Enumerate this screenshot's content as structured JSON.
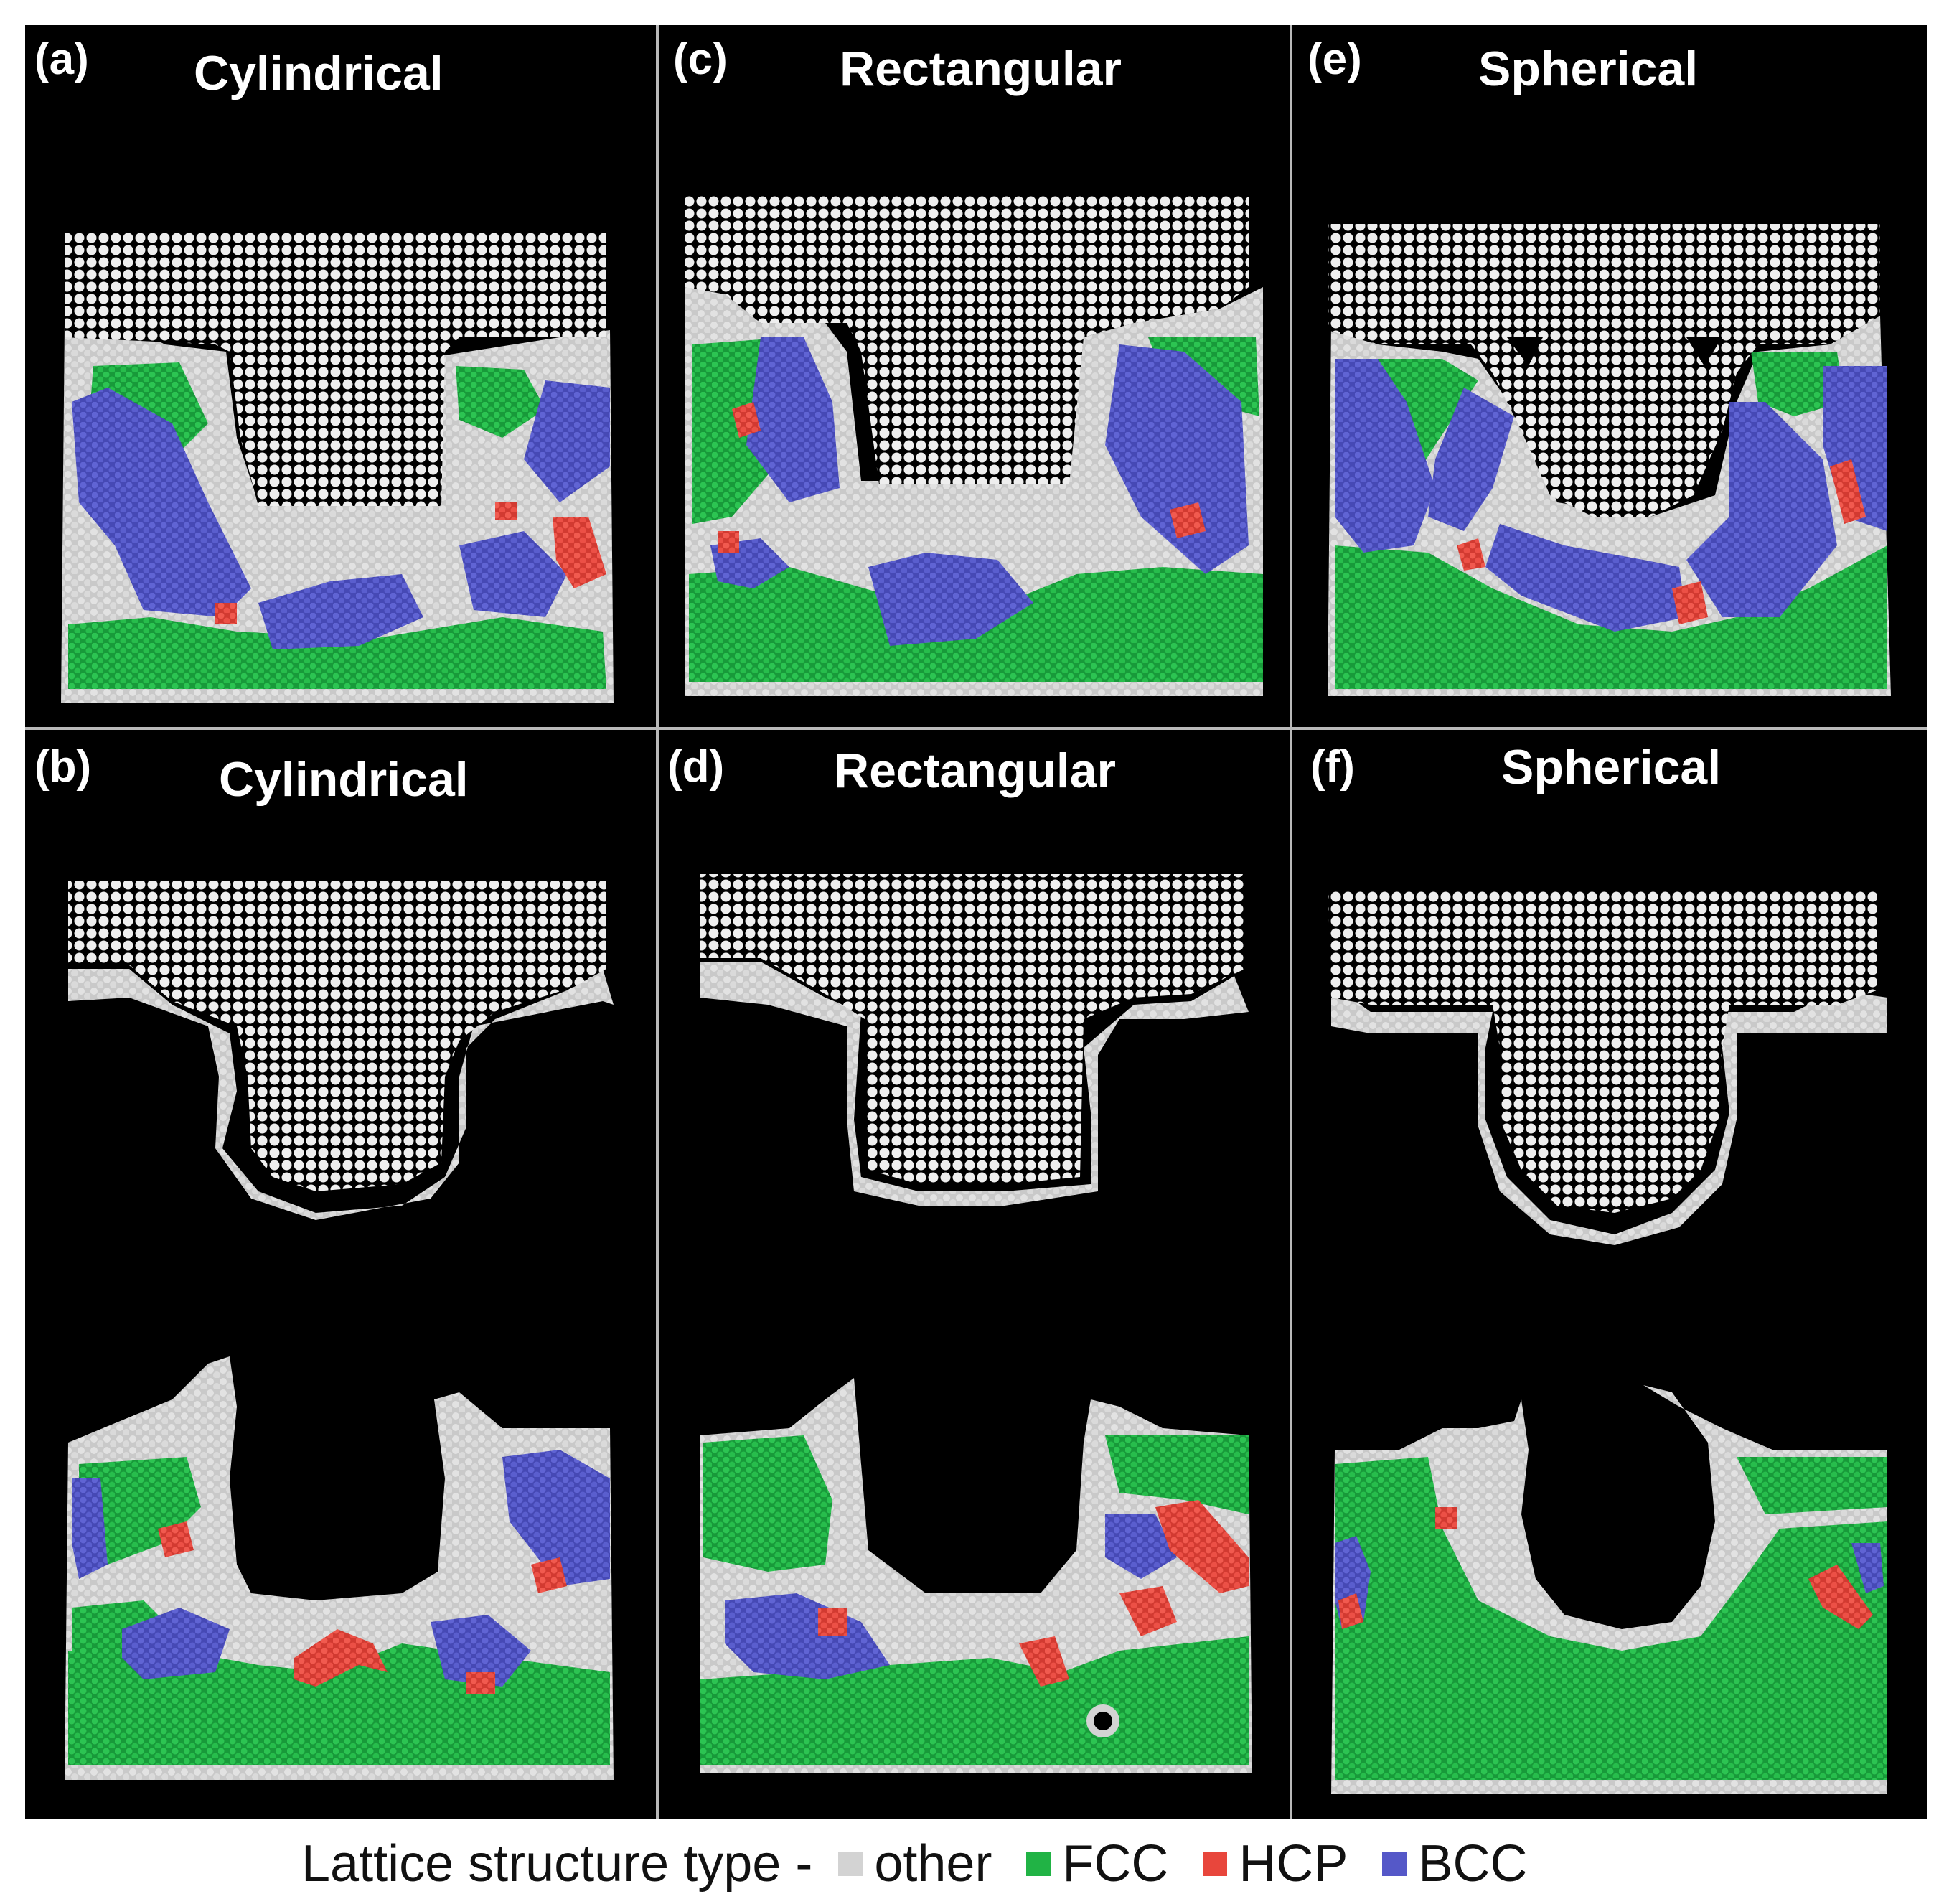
{
  "panels": [
    {
      "id": "a",
      "label": "(a)",
      "title": "Cylindrical",
      "shape": "cylindrical",
      "state": "contact"
    },
    {
      "id": "c",
      "label": "(c)",
      "title": "Rectangular",
      "shape": "rectangular",
      "state": "contact"
    },
    {
      "id": "e",
      "label": "(e)",
      "title": "Spherical",
      "shape": "spherical",
      "state": "contact"
    },
    {
      "id": "b",
      "label": "(b)",
      "title": "Cylindrical",
      "shape": "cylindrical",
      "state": "retracted"
    },
    {
      "id": "d",
      "label": "(d)",
      "title": "Rectangular",
      "shape": "rectangular",
      "state": "retracted"
    },
    {
      "id": "f",
      "label": "(f)",
      "title": "Spherical",
      "shape": "spherical",
      "state": "retracted"
    }
  ],
  "legend": {
    "title": "Lattice structure type -",
    "items": [
      {
        "label": "other",
        "color": "#d3d3d3"
      },
      {
        "label": "FCC",
        "color": "#21b345"
      },
      {
        "label": "HCP",
        "color": "#e8463c"
      },
      {
        "label": "BCC",
        "color": "#5558c8"
      }
    ]
  },
  "colors": {
    "background": "#000000",
    "atom_other": "#d3d3d3",
    "fcc": "#21b345",
    "hcp": "#e8463c",
    "bcc": "#5558c8",
    "divider": "#b9b9b9"
  }
}
